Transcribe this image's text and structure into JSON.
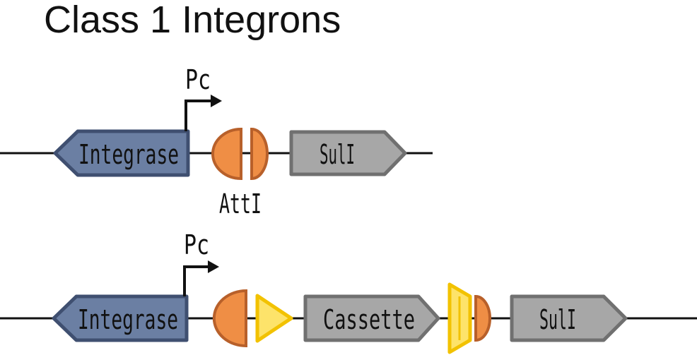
{
  "title": "Class 1 Integrons",
  "colors": {
    "integrase_fill": "#6b7fa3",
    "integrase_stroke": "#3f4f70",
    "gene_fill": "#a7a7a7",
    "gene_stroke": "#707070",
    "attI_fill": "#ef8e45",
    "attI_stroke": "#b8602a",
    "attC_fill": "#fde36a",
    "attC_stroke": "#f2c200",
    "line": "#111111"
  },
  "row1": {
    "promoter_label": "Pc",
    "integrase_label": "Integrase",
    "attI_label": "AttI",
    "sul_label": "SulI"
  },
  "row2": {
    "promoter_label": "Pc",
    "integrase_label": "Integrase",
    "cassette_label": "Cassette",
    "sul_label": "SulI"
  }
}
